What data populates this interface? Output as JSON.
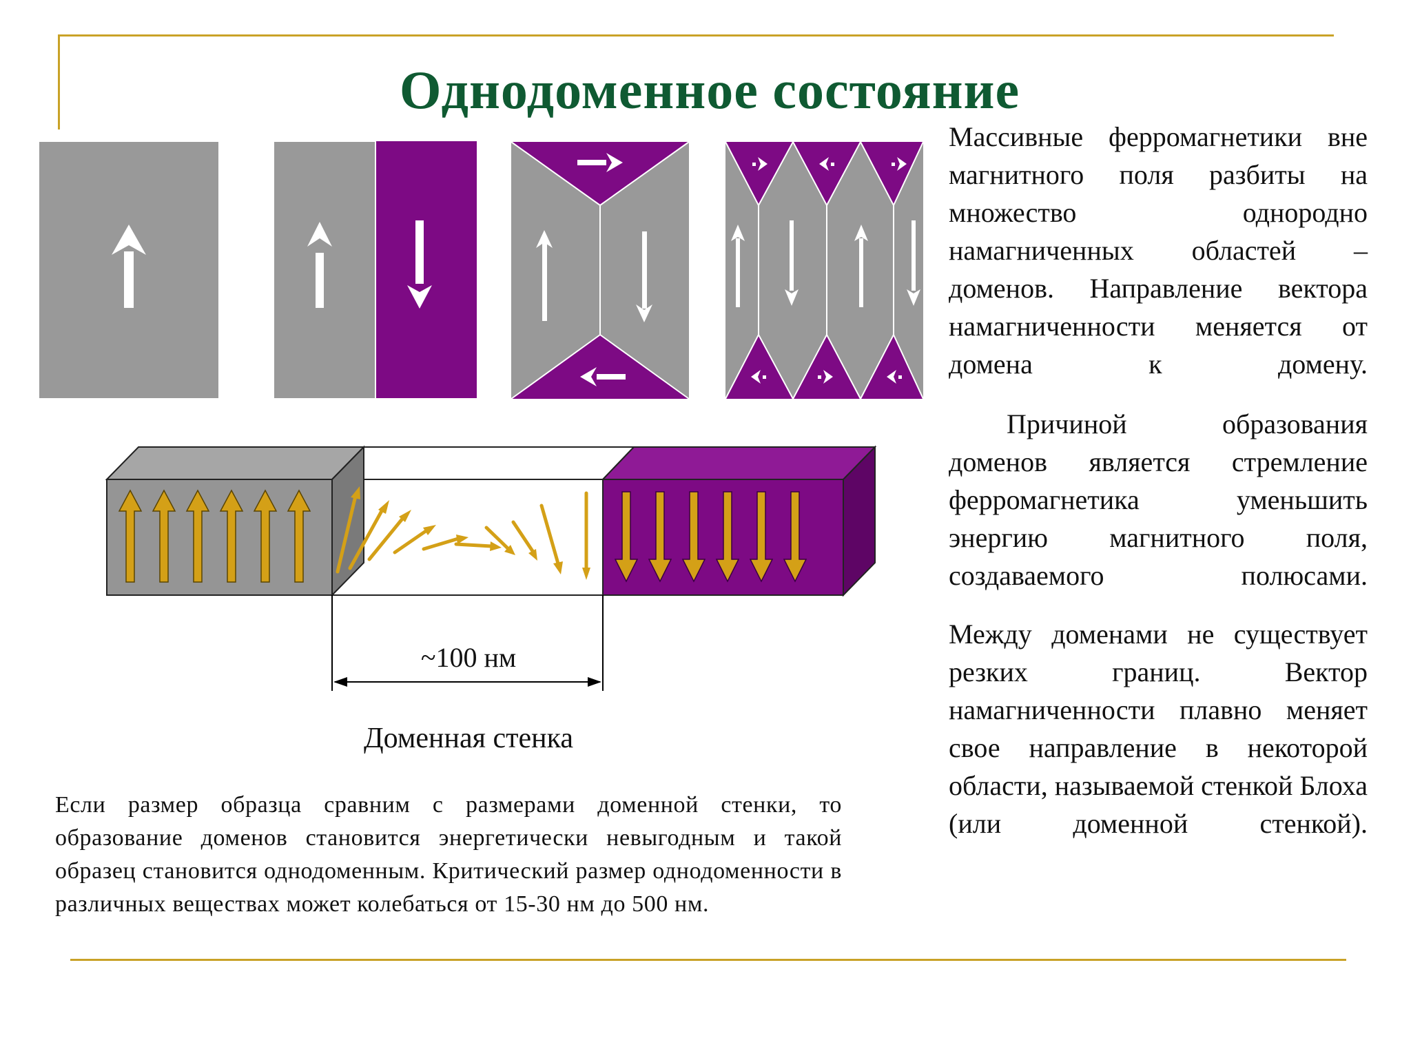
{
  "title": "Однодоменное состояние",
  "colors": {
    "accent_rule": "#c9a227",
    "title": "#0f5a32",
    "domain_gray": "#999999",
    "domain_purple": "#7d0a84",
    "wall_arrow": "#d4a017"
  },
  "right_text": {
    "p1": "Массивные ферромагнетики вне магнитного поля разбиты на множество однородно намагниченных областей – доменов. Направление вектора намагниченности меняется от домена к домену.",
    "p2": "Причиной образования доменов является стремление ферромагнетика уменьшить энергию магнитного поля, создаваемого полюсами.",
    "p3": "Между доменами не существует резких границ. Вектор намагниченности плавно меняет свое направление в некоторой области, называемой стенкой Блоха (или доменной стенкой)."
  },
  "figure": {
    "wall_width_label": "~100 нм",
    "wall_caption": "Доменная стенка"
  },
  "bottom_text": "Если размер образца сравним с размерами доменной стенки, то образование доменов становится энергетически невыгодным и такой образец становится однодоменным. Критический размер однодоменности в различных веществах может колебаться от 15-30 нм до 500 нм."
}
